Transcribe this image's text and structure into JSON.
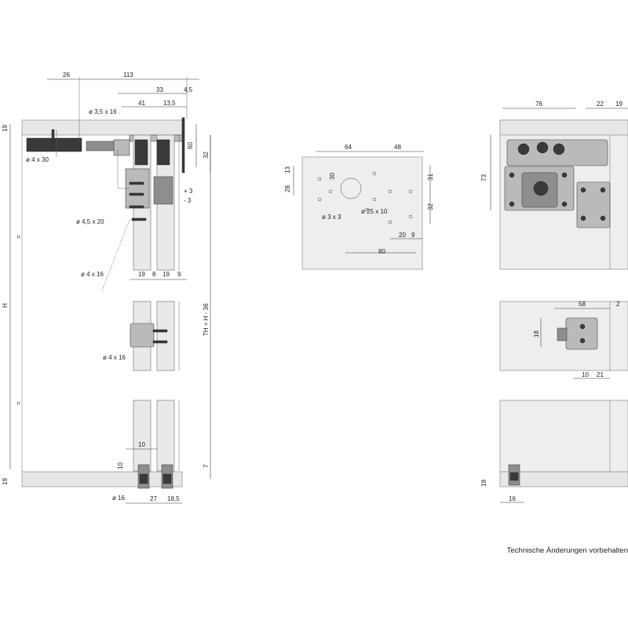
{
  "footer_note": "Technische Änderungen vorbehalten",
  "views": {
    "section": {
      "dims_top": [
        "26",
        "113",
        "33",
        "4,5",
        "41",
        "13,5"
      ],
      "screw_labels": [
        "ø 3,5 x 16",
        "ø 4 x 30",
        "ø 4,5 x 20",
        "ø 4 x 16",
        "ø 4 x 16",
        "ø 16"
      ],
      "dims_right": [
        "60",
        "32",
        "+ 3",
        "- 3",
        "TH = H - 36",
        "7"
      ],
      "dims_left": [
        "19",
        "=",
        "H",
        "=",
        "19"
      ],
      "dims_bottom_row": [
        "19",
        "8",
        "19",
        "9"
      ],
      "dims_guide": [
        "10",
        "10",
        "27",
        "18,5"
      ]
    },
    "template": {
      "dims_top": [
        "64",
        "48"
      ],
      "dims_left": [
        "13",
        "28",
        "30"
      ],
      "dims_right": [
        "31",
        "32"
      ],
      "hole_labels": [
        "ø 25 x 10",
        "ø 3 x 3"
      ],
      "dims_bottom": [
        "20",
        "9",
        "80"
      ]
    },
    "elevation": {
      "dims_top": [
        "76",
        "22",
        "19"
      ],
      "dims_left": [
        "73",
        "18",
        "19"
      ],
      "dims_stopper": [
        "58",
        "2",
        "10",
        "21"
      ],
      "dims_bottom": [
        "16"
      ]
    }
  }
}
